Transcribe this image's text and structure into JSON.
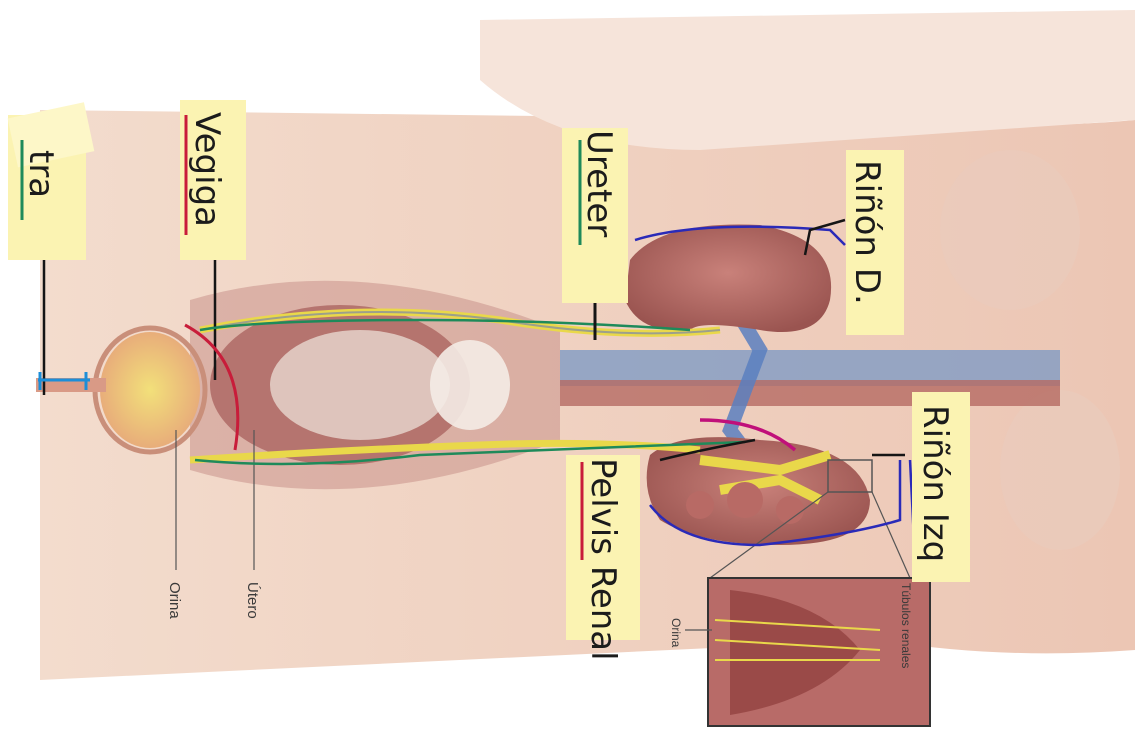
{
  "printed_labels": {
    "orina": "Orina",
    "utero": "Útero",
    "inset_orina": "Orina",
    "inset_tubulos": "Túbulos renales"
  },
  "sticky_notes": {
    "uretra": "tra",
    "vejiga": "Vegiga",
    "ureter": "Ureter",
    "rinon_derecho": "Riñón D.",
    "rinon_izquierdo": "Riñón Izq",
    "pelvis_renal": "Pelvis Renal"
  },
  "colors": {
    "skin": "#efd2c2",
    "organ": "#b56a63",
    "sticky": "#fbf3b2",
    "ink_blue": "#2a2ab8",
    "ink_green": "#1e8a5a",
    "ink_red": "#c81d3a",
    "ink_black": "#151515",
    "ink_magenta": "#c0107a",
    "ink_cyan": "#1c8ed8",
    "urine_yellow": "#e9d84a"
  }
}
